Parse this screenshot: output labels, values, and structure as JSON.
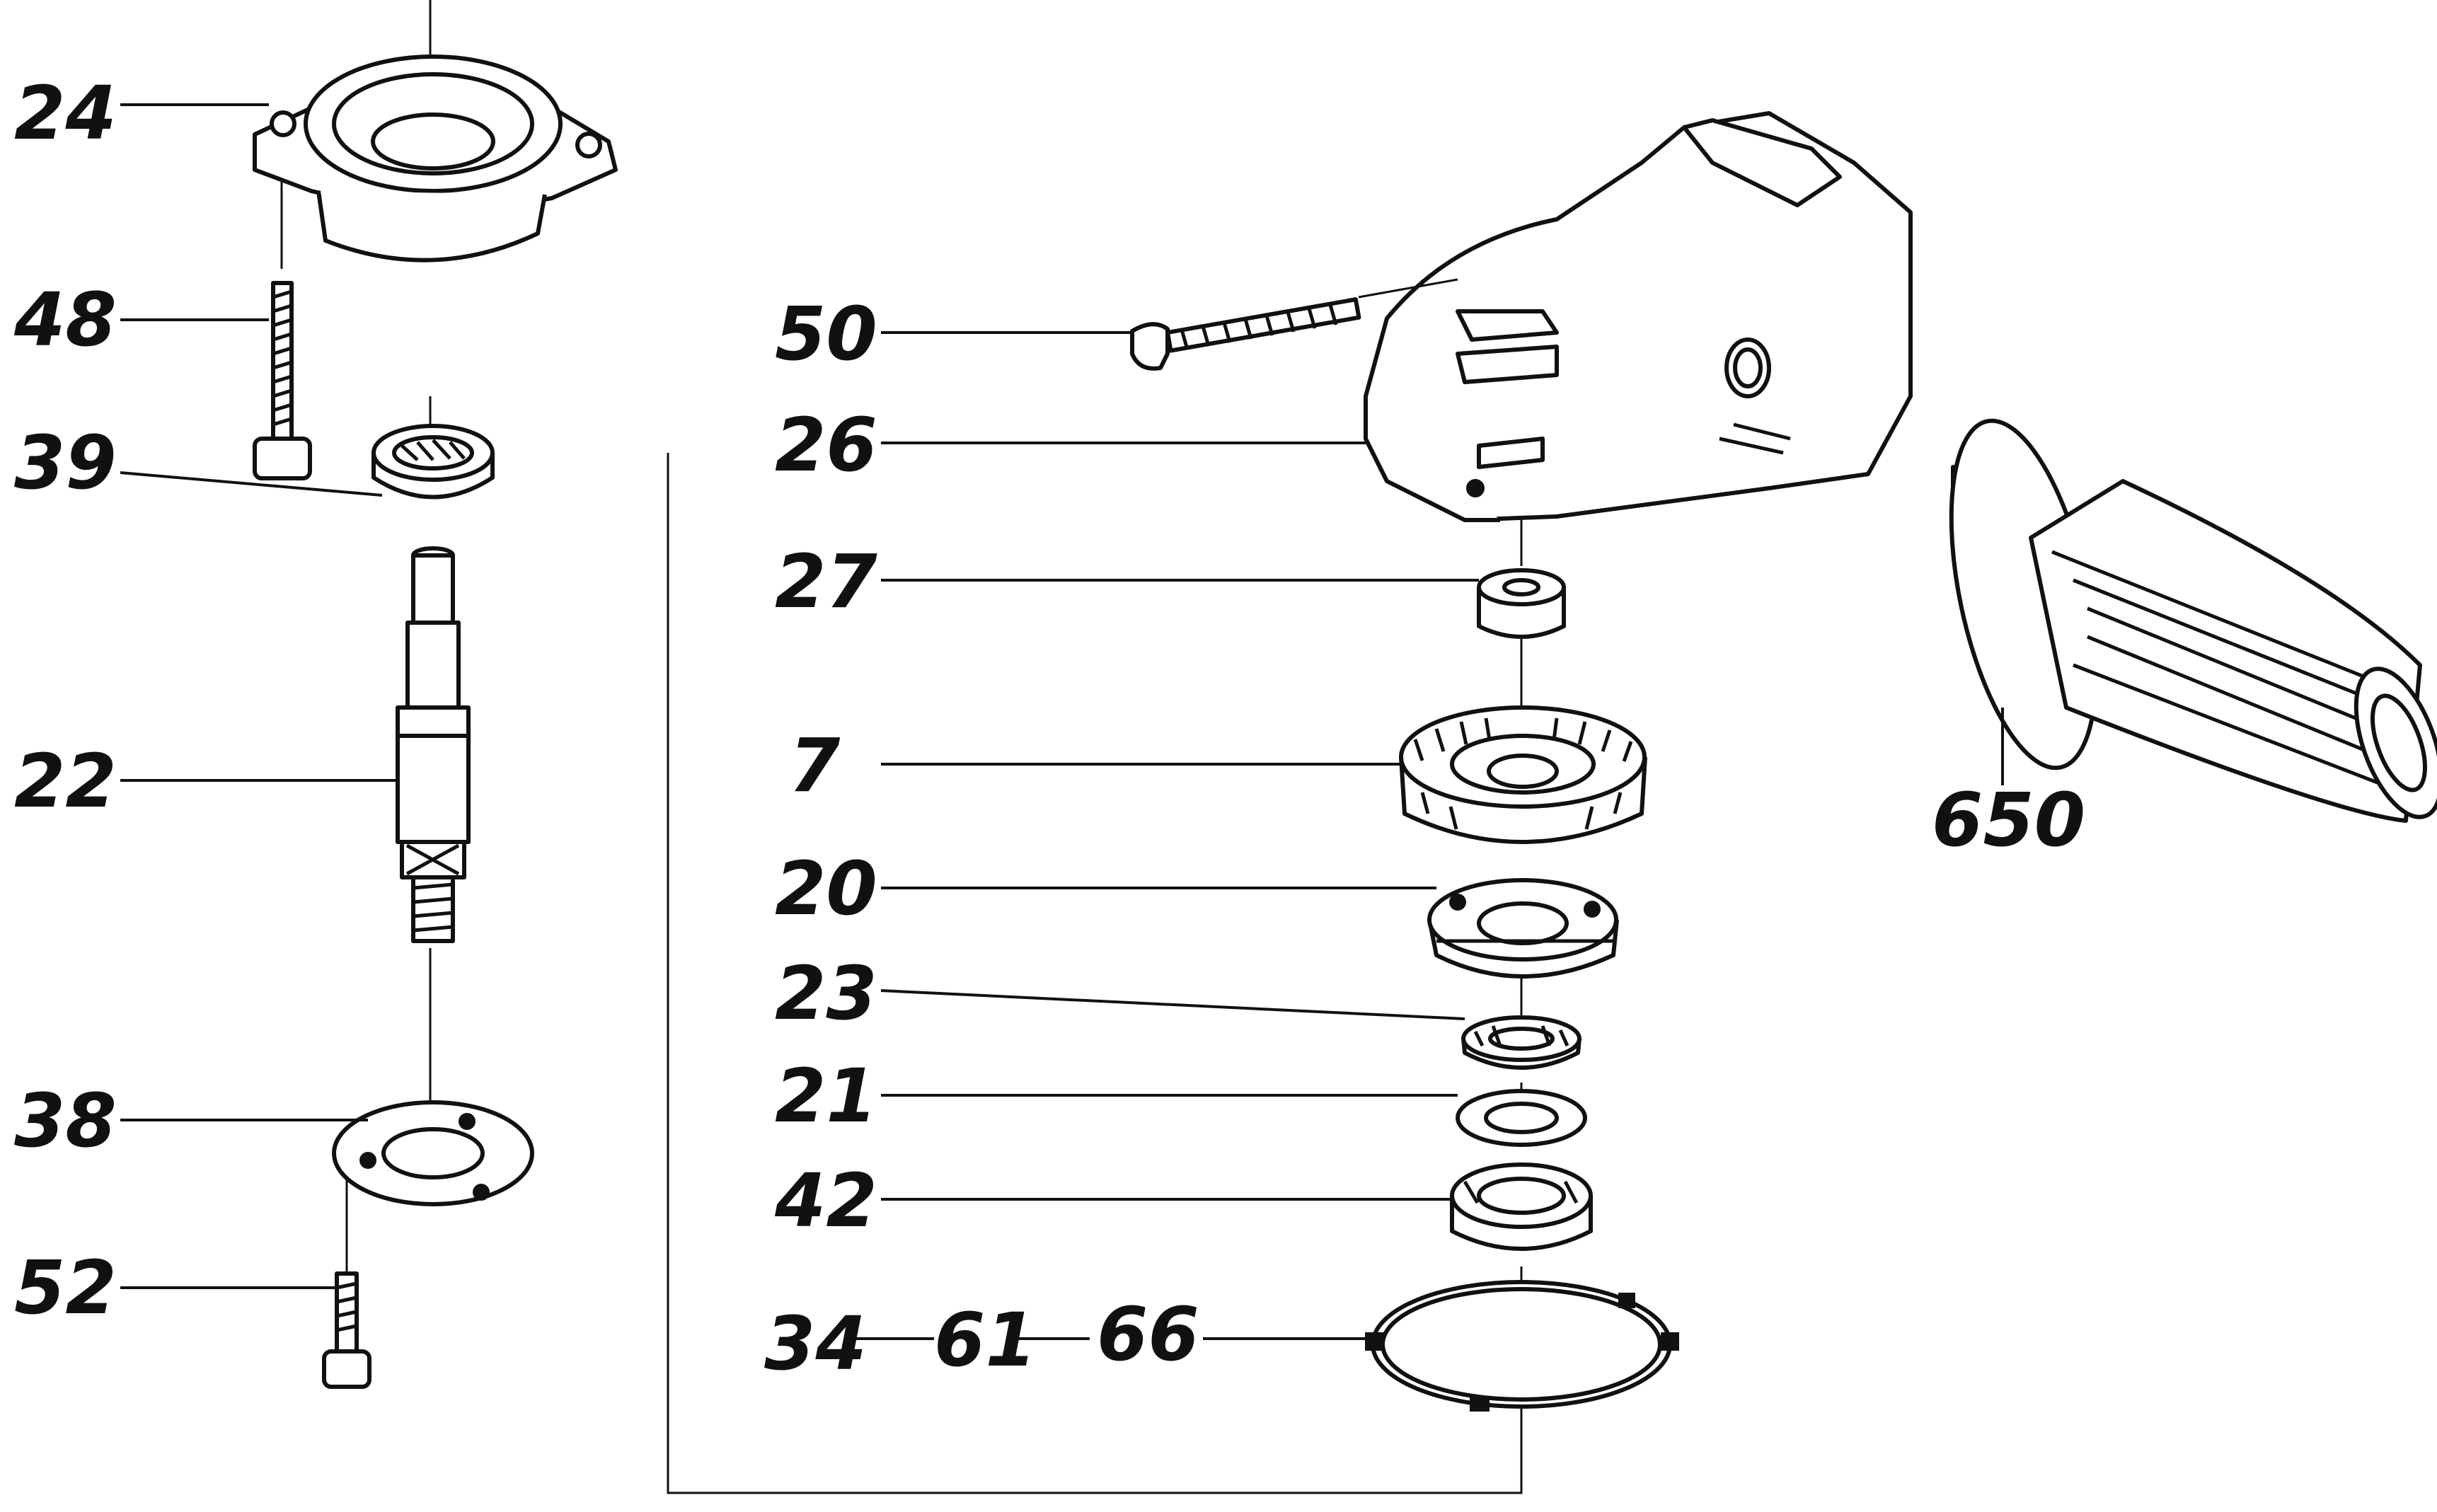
{
  "callouts": {
    "p24": "24",
    "p48": "48",
    "p39": "39",
    "p22": "22",
    "p38": "38",
    "p52": "52",
    "p50": "50",
    "p26": "26",
    "p27": "27",
    "p7": "7",
    "p20": "20",
    "p23": "23",
    "p21": "21",
    "p42": "42",
    "p34": "34",
    "p61": "61",
    "p66": "66",
    "p650": "650"
  },
  "colors": {
    "ink": "#111111",
    "paper": "#ffffff"
  }
}
